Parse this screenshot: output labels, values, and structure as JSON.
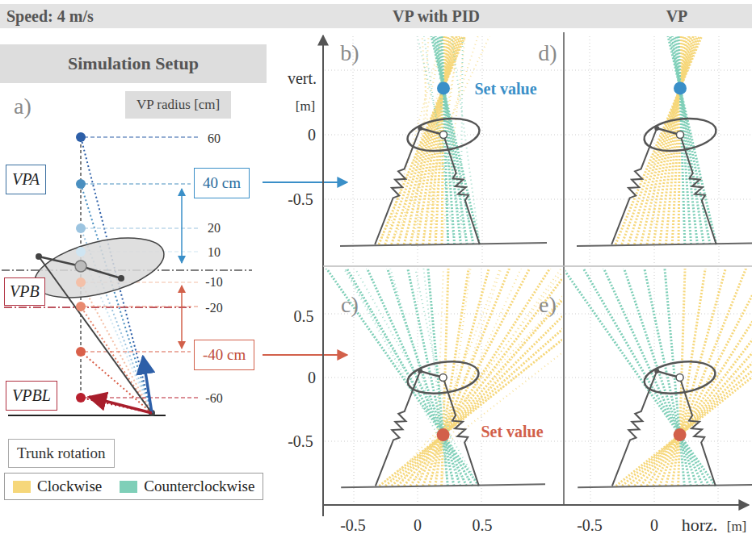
{
  "diagram": {
    "nodes": [
      {
        "text": [
          "Speed: 4 m/s",
          "VP with PID",
          "VP"
        ]
      },
      {
        "text": [
          "Simulation Setup"
        ]
      },
      {
        "text": [
          "VP radius [cm]"
        ]
      },
      {
        "text": [
          "VPA"
        ]
      },
      {
        "text": [
          "40 cm"
        ]
      },
      {
        "text": [
          "VPB"
        ]
      },
      {
        "text": [
          "-40 cm"
        ]
      },
      {
        "text": [
          "VPBL"
        ]
      },
      {
        "text": [
          "Trunk rotation"
        ]
      }
    ],
    "labels": [
      "a)",
      "60",
      "20",
      "10",
      "-10",
      "-20",
      "-60",
      "b)",
      "c)",
      "d)",
      "e)",
      "vert.",
      "[m]",
      "0",
      "-0.5",
      "0.5",
      "0",
      "-0.5",
      "-0.5",
      "0",
      "0.5",
      "-0.5",
      "0",
      "horz.",
      "[m]",
      "Set value",
      "Set value"
    ],
    "legend": [
      {
        "text": "Clockwise",
        "color": "#f6d77a"
      },
      {
        "text": "Counterclockwise",
        "color": "#7fcfb8"
      }
    ]
  }
}
